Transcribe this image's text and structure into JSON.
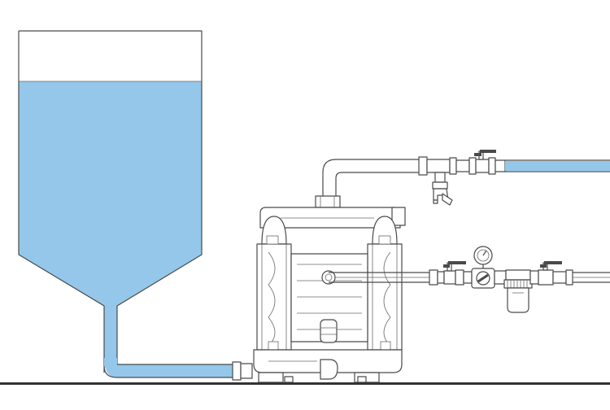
{
  "colors": {
    "liquid": "#94c7ea",
    "outline": "#4a4a4a",
    "ground": "#333333",
    "background": "#ffffff"
  },
  "icons": [
    "tank",
    "diaphragm-pump",
    "ball-valve",
    "pressure-gauge",
    "air-filter-regulator",
    "spray-nozzle"
  ]
}
